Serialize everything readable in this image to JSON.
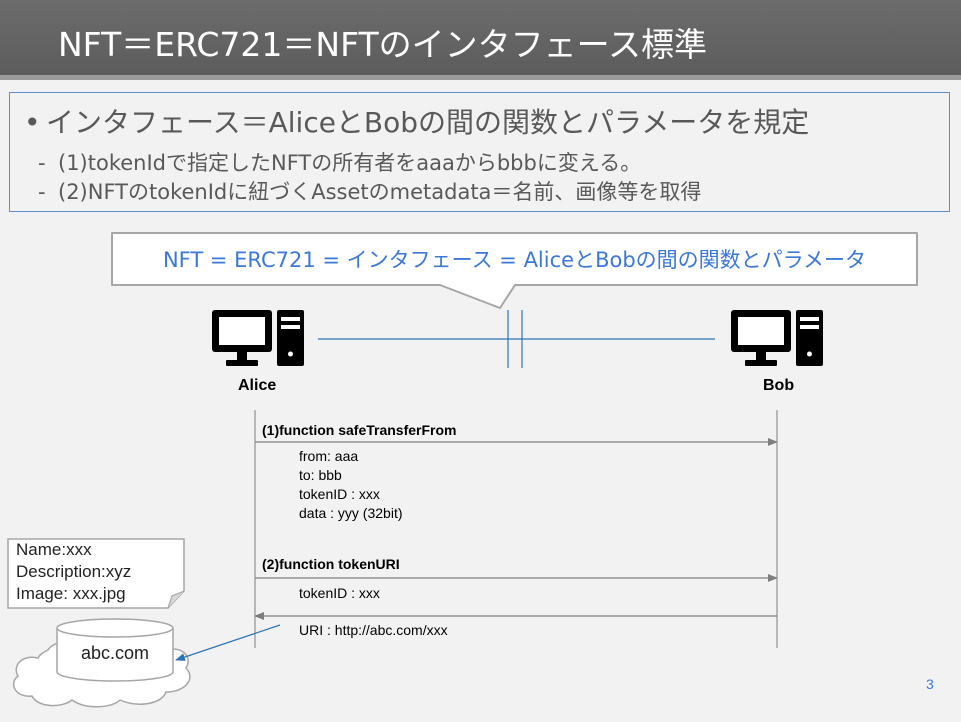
{
  "slide": {
    "title": "NFT＝ERC721＝NFTのインタフェース標準",
    "bullets": {
      "main": "インタフェース＝AliceとBobの間の関数とパラメータを規定",
      "sub1": "(1)tokenIdで指定したNFTの所有者をaaaからbbbに変える。",
      "sub2": "(2)NFTのtokenIdに紐づくAssetのmetadata＝名前、画像等を取得"
    },
    "callout": "NFT = ERC721 = インタフェース = AliceとBobの間の関数とパラメータ",
    "page_number": "3"
  },
  "diagram": {
    "alice_label": "Alice",
    "bob_label": "Bob",
    "call1": {
      "title": "(1)function safeTransferFrom",
      "params": [
        "from: aaa",
        "to: bbb",
        "tokenID : xxx",
        "data : yyy (32bit)"
      ]
    },
    "call2": {
      "title": "(2)function tokenURI",
      "param": "tokenID : xxx",
      "response": "URI : http://abc.com/xxx"
    },
    "metadata_note": [
      "Name:xxx",
      "Description:xyz",
      "Image: xxx.jpg"
    ],
    "server_label": "abc.com"
  }
}
